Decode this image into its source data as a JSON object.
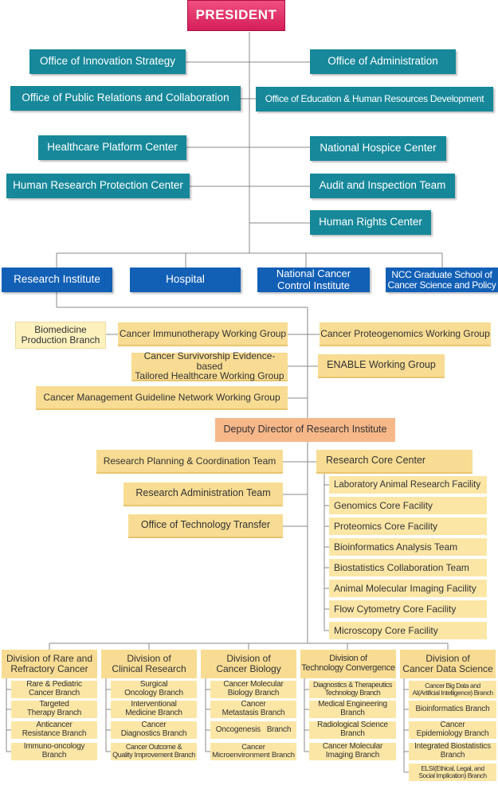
{
  "president": "PRESIDENT",
  "offices": {
    "innovation": "Office of Innovation Strategy",
    "administration": "Office of Administration",
    "public_relations": "Office of Public Relations and Collaboration",
    "education": "Office of Education & Human Resources Development",
    "healthcare_platform": "Healthcare Platform Center",
    "hospice": "National Hospice Center",
    "human_research": "Human Research Protection Center",
    "audit": "Audit and Inspection Team",
    "human_rights": "Human Rights Center"
  },
  "institutes": {
    "research": "Research Institute",
    "hospital": "Hospital",
    "cancer_control": "National Cancer\nControl Institute",
    "graduate_school": "NCC Graduate School of\nCancer Science and Policy"
  },
  "working_groups": {
    "biomedicine": "Biomedicine\nProduction Branch",
    "immunotherapy": "Cancer Immunotherapy Working Group",
    "proteogenomics": "Cancer Proteogenomics Working Group",
    "survivorship": "Cancer Survivorship Evidence-based\nTailored Healthcare Working Group",
    "enable": "ENABLE Working Group",
    "guideline": "Cancer Management Guideline Network Working Group"
  },
  "deputy": "Deputy Director of Research Institute",
  "teams": {
    "planning": "Research Planning & Coordination Team",
    "administration": "Research Administration Team",
    "technology_transfer": "Office of Technology Transfer",
    "core_center": "Research Core Center"
  },
  "core_facilities": [
    "Laboratory Animal Research Facility",
    "Genomics Core Facility",
    "Proteomics Core Facility",
    "Bioinformatics Analysis Team",
    "Biostatistics Collaboration Team",
    "Animal Molecular Imaging Facility",
    "Flow Cytometry Core Facility",
    "Microscopy Core Facility"
  ],
  "divisions": [
    {
      "name": "Division of Rare and\nRefractory Cancer",
      "branches": [
        "Rare & Pediatric\nCancer Branch",
        "Targeted\nTherapy Branch",
        "Anticancer\nResistance Branch",
        "Immuno-oncology\nBranch"
      ]
    },
    {
      "name": "Division of\nClinical Research",
      "branches": [
        "Surgical\nOncology Branch",
        "Interventional\nMedicine Branch",
        "Cancer\nDiagnostics Branch",
        "Cancer Outcome &\nQuality Improvement Branch"
      ]
    },
    {
      "name": "Division of\nCancer Biology",
      "branches": [
        "Cancer Molecular\nBiology Branch",
        "Cancer\nMetastasis Branch",
        "Oncogenesis   Branch",
        "Cancer\nMicroenvironment Branch"
      ]
    },
    {
      "name": "Division of\nTechnology Convergence",
      "branches": [
        "Diagnostics & Therapeutics\nTechnology Branch",
        "Medical Engineering\nBranch",
        "Radiological Science\nBranch",
        "Cancer Molecular\nImaging Branch"
      ]
    },
    {
      "name": "Division of\nCancer Data Science",
      "branches": [
        "Cancer Big Data and\nAI(Artificial Intelligence) Branch",
        "Bioinformatics Branch",
        "Cancer\nEpidemiology Branch",
        "Integrated Biostatistics\nBranch",
        "ELSI(Ethical, Legal, and\nSocial Implication) Branch"
      ]
    }
  ]
}
